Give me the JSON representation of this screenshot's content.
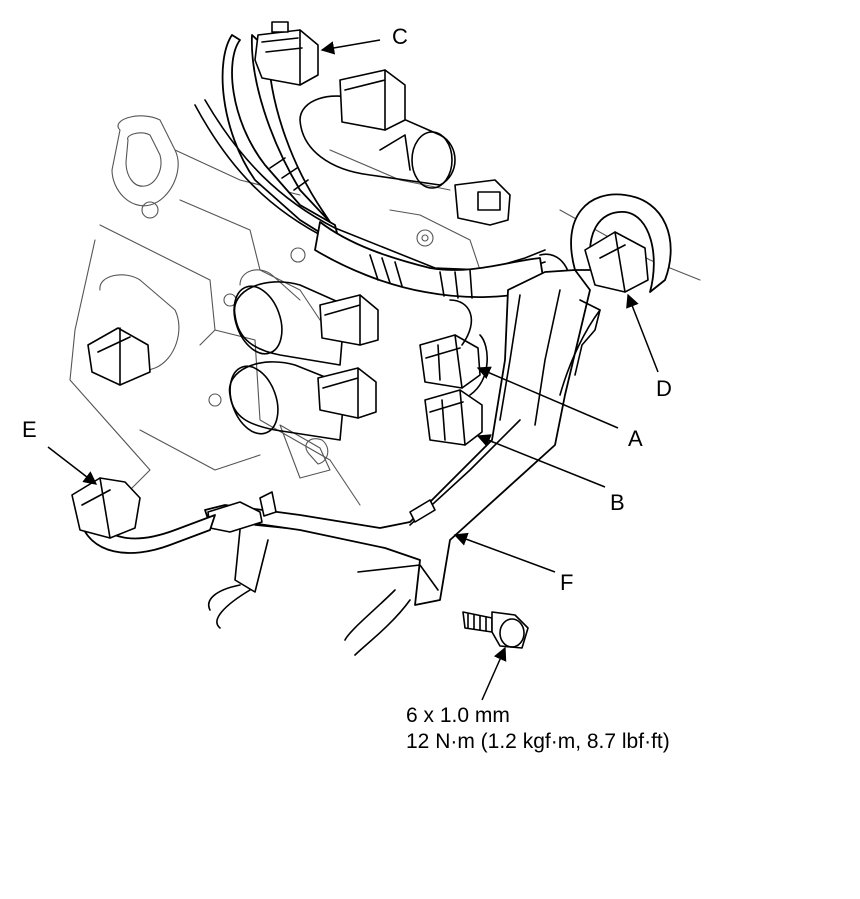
{
  "callouts": {
    "A": "A",
    "B": "B",
    "C": "C",
    "D": "D",
    "E": "E",
    "F": "F"
  },
  "bolt_spec": {
    "size": "6 x 1.0 mm",
    "torque": "12 N·m (1.2 kgf·m, 8.7 lbf·ft)"
  }
}
